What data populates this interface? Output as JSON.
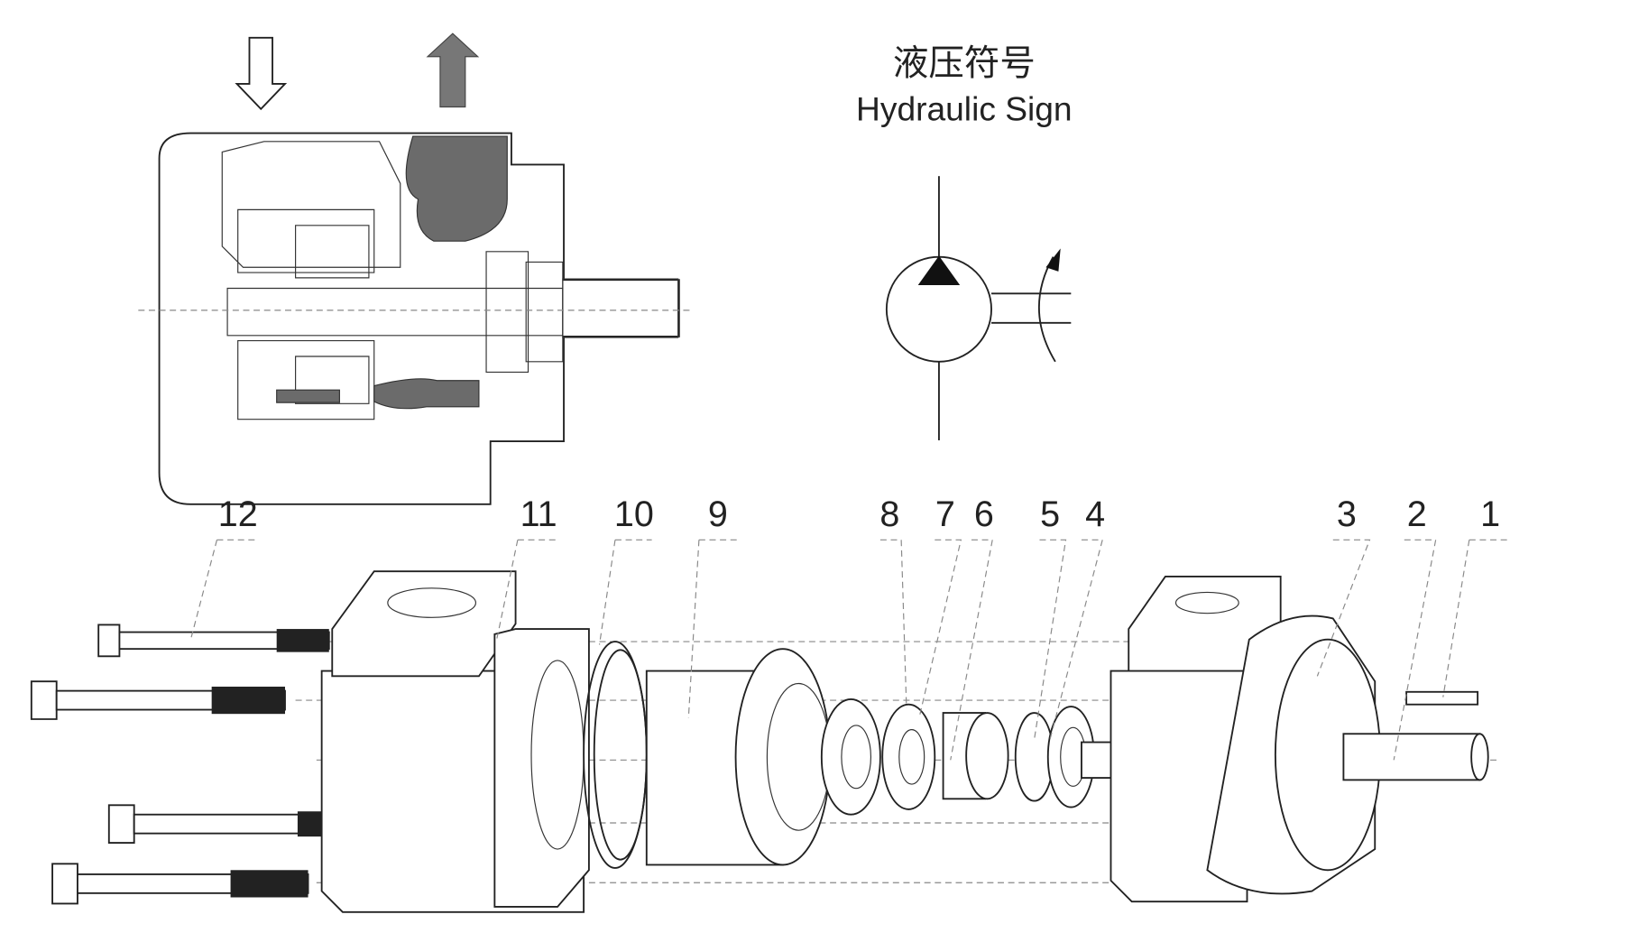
{
  "hydraulic_sign": {
    "title_cn": "液压符号",
    "title_en": "Hydraulic Sign"
  },
  "part_labels": [
    "12",
    "11",
    "10",
    "9",
    "8",
    "7",
    "6",
    "5",
    "4",
    "3",
    "2",
    "1"
  ]
}
